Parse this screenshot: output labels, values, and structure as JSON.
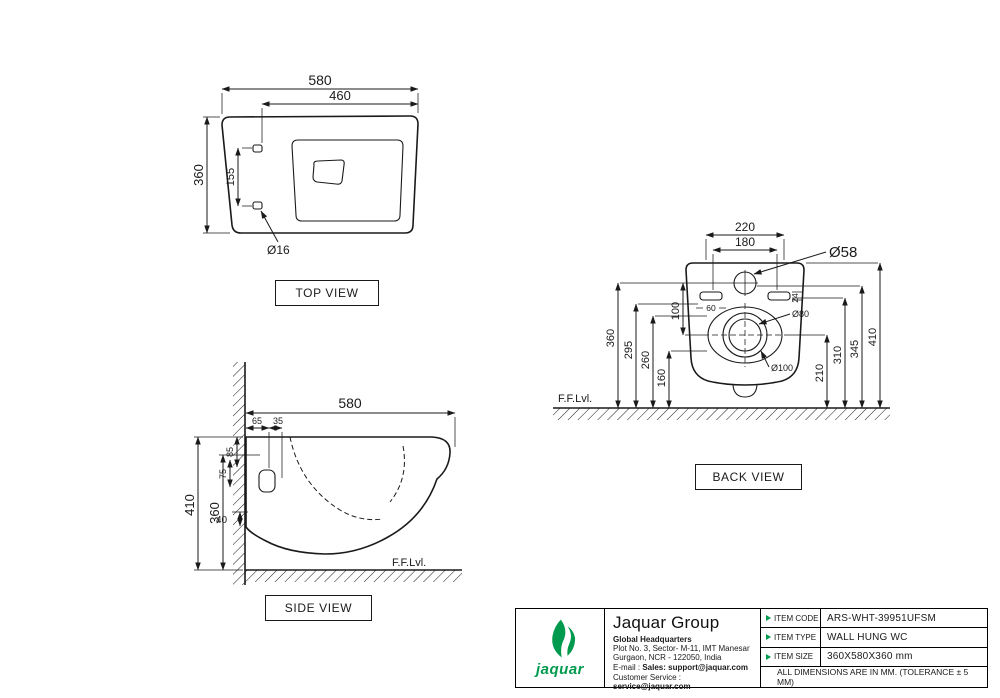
{
  "colors": {
    "line": "#1a1a1a",
    "brand_green": "#009a4e"
  },
  "views": {
    "top": {
      "title": "TOP VIEW",
      "dims": {
        "length": "580",
        "inner_length": "460",
        "width": "360",
        "hinge_spacing": "155",
        "hinge_hole_dia": "Ø16"
      }
    },
    "side": {
      "title": "SIDE VIEW",
      "floor_label": "F.F.Lvl.",
      "dims": {
        "length": "580",
        "offset_65": "65",
        "offset_35": "35",
        "offset_85": "85",
        "offset_75": "75",
        "height_total": "410",
        "height_body": "360",
        "gap_40": "40"
      }
    },
    "back": {
      "title": "BACK VIEW",
      "floor_label": "F.F.Lvl.",
      "dims": {
        "span_220": "220",
        "bolt_180": "180",
        "inlet_dia": "Ø58",
        "slot_60": "60",
        "slot_24": "24",
        "outlet_dia_inner": "Ø80",
        "outlet_dia_outer": "Ø100",
        "h_360": "360",
        "h_295": "295",
        "h_260": "260",
        "h_160": "160",
        "h_100": "100",
        "h_210": "210",
        "h_310": "310",
        "h_345": "345",
        "h_410": "410"
      }
    }
  },
  "title_block": {
    "brand": "jaquar",
    "company": "Jaquar Group",
    "headquarters": "Global Headquarters",
    "address_line1": "Plot No. 3, Sector- M-11, IMT Manesar",
    "address_line2": "Gurgaon, NCR - 122050, India",
    "email_label": "E-mail : ",
    "email_value": "Sales: support@jaquar.com",
    "service_label": "Customer Service : ",
    "service_value": "service@jaquar.com",
    "rows": [
      {
        "label": "ITEM CODE",
        "value": "ARS-WHT-39951UFSM"
      },
      {
        "label": "ITEM TYPE",
        "value": "WALL HUNG WC"
      },
      {
        "label": "ITEM SIZE",
        "value": "360X580X360 mm"
      }
    ],
    "note": "ALL DIMENSIONS ARE IN MM. (TOLERANCE ± 5 MM)"
  }
}
